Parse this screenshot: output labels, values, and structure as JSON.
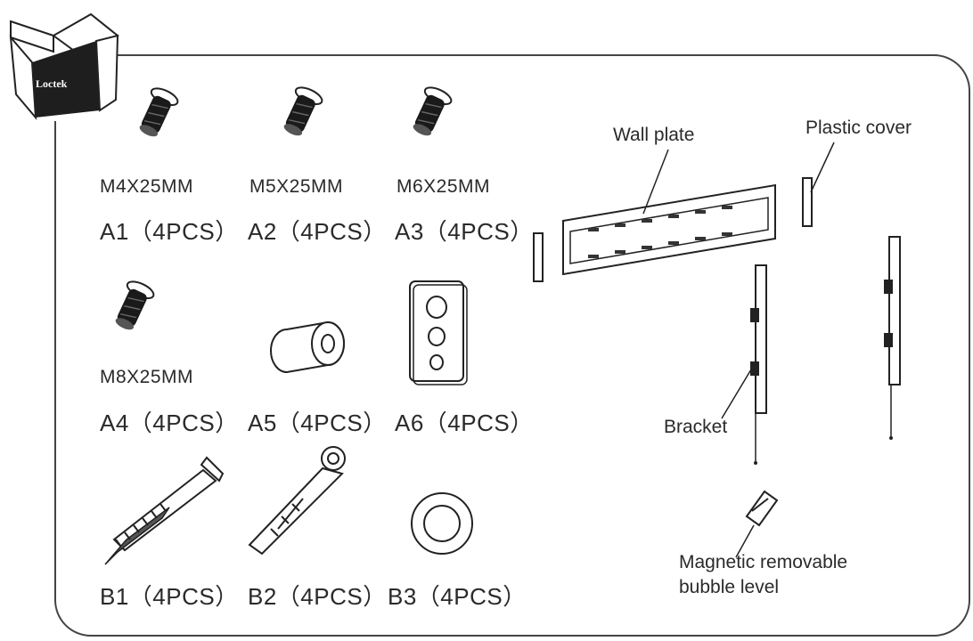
{
  "brand": {
    "logo_text": "Loctek"
  },
  "hardware": {
    "A1": {
      "size": "M4X25MM",
      "code": "A1（4PCS）"
    },
    "A2": {
      "size": "M5X25MM",
      "code": "A2（4PCS）"
    },
    "A3": {
      "size": "M6X25MM",
      "code": "A3（4PCS）"
    },
    "A4": {
      "size": "M8X25MM",
      "code": "A4（4PCS）"
    },
    "A5": {
      "code": "A5（4PCS）"
    },
    "A6": {
      "code": "A6（4PCS）"
    },
    "B1": {
      "code": "B1（4PCS）"
    },
    "B2": {
      "code": "B2（4PCS）"
    },
    "B3": {
      "code": "B3（4PCS）"
    }
  },
  "parts": {
    "wall_plate": "Wall plate",
    "plastic_cover": "Plastic cover",
    "bracket": "Bracket",
    "bubble_level_line1": "Magnetic removable",
    "bubble_level_line2": "bubble level"
  }
}
